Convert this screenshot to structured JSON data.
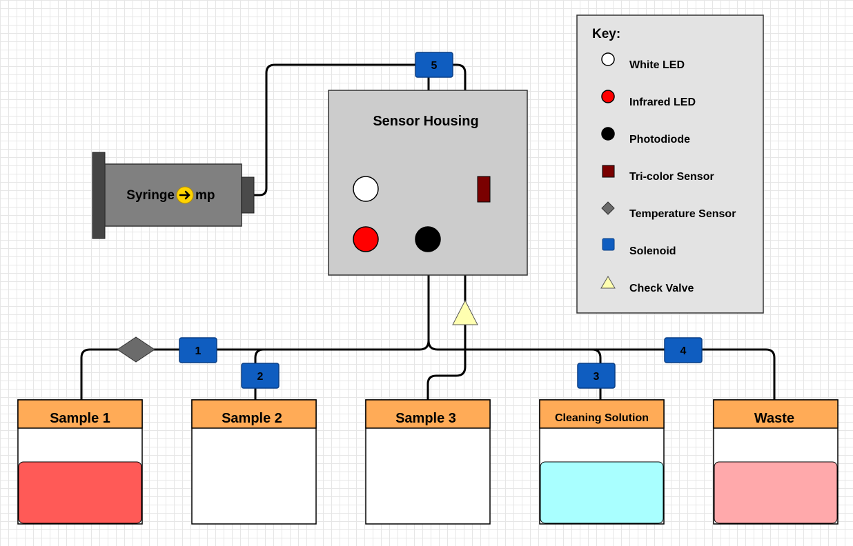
{
  "sensor_housing": {
    "title": "Sensor Housing"
  },
  "syringe_pump": {
    "label_left": "Syringe",
    "label_right": "mp",
    "overlay_icon": "right-arrow-circle-icon"
  },
  "solenoids": [
    "1",
    "2",
    "3",
    "4",
    "5"
  ],
  "containers": [
    {
      "label": "Sample 1",
      "fill": "#ff5a57"
    },
    {
      "label": "Sample 2",
      "fill": ""
    },
    {
      "label": "Sample 3",
      "fill": ""
    },
    {
      "label": "Cleaning Solution",
      "fill": "#a9ffff"
    },
    {
      "label": "Waste",
      "fill": "#ffa9ab"
    }
  ],
  "key": {
    "title": "Key:",
    "items": [
      {
        "label": "White LED",
        "icon": "white-led-icon"
      },
      {
        "label": "Infrared LED",
        "icon": "infrared-led-icon"
      },
      {
        "label": "Photodiode",
        "icon": "photodiode-icon"
      },
      {
        "label": "Tri-color Sensor",
        "icon": "tri-color-sensor-icon"
      },
      {
        "label": "Temperature Sensor",
        "icon": "temperature-sensor-icon"
      },
      {
        "label": "Solenoid",
        "icon": "solenoid-icon"
      },
      {
        "label": "Check Valve",
        "icon": "check-valve-icon"
      }
    ]
  },
  "colors": {
    "header": "#ffab57",
    "solenoid": "#0f5dc0",
    "housing": "#cccccc",
    "key_panel": "#e3e3e3",
    "infrared": "#ff0000",
    "tri_color": "#7a0000",
    "temp_sensor": "#6b6b6b",
    "check_valve": "#ffffb0"
  }
}
